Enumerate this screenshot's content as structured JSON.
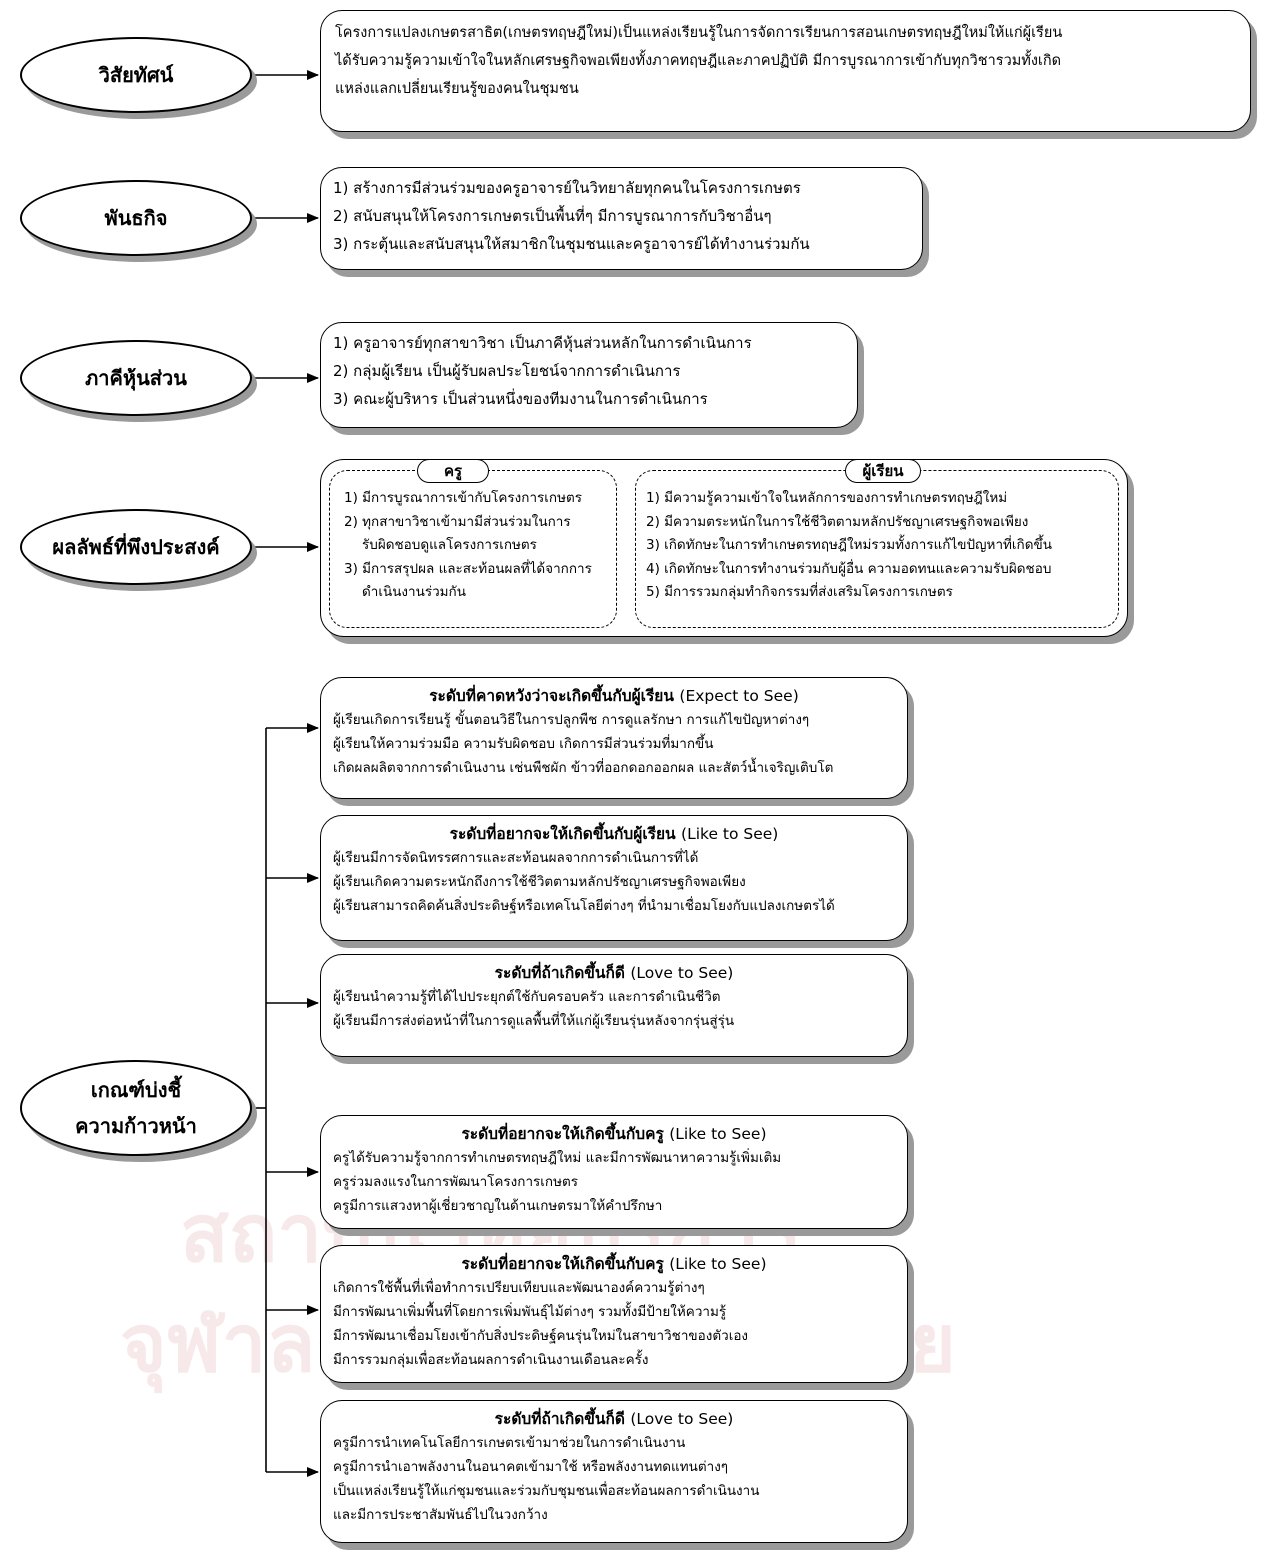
{
  "watermark": {
    "line1": "สถาบันวิทยบริการ",
    "line2": "จุฬาลงกรณ์มหาวิทยาลัย"
  },
  "nodes": {
    "vision": "วิสัยทัศน์",
    "mission": "พันธกิจ",
    "stakeholders": "ภาคีหุ้นส่วน",
    "outcomes": "ผลลัพธ์ที่พึงประสงค์",
    "progress": [
      "เกณฑ์บ่งชี้",
      "ความก้าวหน้า"
    ]
  },
  "vision_box": {
    "lines": [
      "โครงการแปลงเกษตรสาธิต(เกษตรทฤษฎีใหม่)เป็นแหล่งเรียนรู้ในการจัดการเรียนการสอนเกษตรทฤษฎีใหม่ให้แก่ผู้เรียน",
      "ได้รับความรู้ความเข้าใจในหลักเศรษฐกิจพอเพียงทั้งภาคทฤษฎีและภาคปฏิบัติ มีการบูรณาการเข้ากับทุกวิชารวมทั้งเกิด",
      "แหล่งแลกเปลี่ยนเรียนรู้ของคนในชุมชน"
    ]
  },
  "mission_box": {
    "lines": [
      "1) สร้างการมีส่วนร่วมของครูอาจารย์ในวิทยาลัยทุกคนในโครงการเกษตร",
      "2) สนับสนุนให้โครงการเกษตรเป็นพื้นที่ๆ มีการบูรณาการกับวิชาอื่นๆ",
      "3) กระตุ้นและสนับสนุนให้สมาชิกในชุมชนและครูอาจารย์ได้ทำงานร่วมกัน"
    ]
  },
  "stakeholder_box": {
    "lines": [
      "1) ครูอาจารย์ทุกสาขาวิชา เป็นภาคีหุ้นส่วนหลักในการดำเนินการ",
      "2) กลุ่มผู้เรียน เป็นผู้รับผลประโยชน์จากการดำเนินการ",
      "3) คณะผู้บริหาร เป็นส่วนหนึ่งของทีมงานในการดำเนินการ"
    ]
  },
  "outcome_box": {
    "teacher": {
      "title": "ครู",
      "lines": [
        "1) มีการบูรณาการเข้ากับโครงการเกษตร",
        "2) ทุกสาขาวิชาเข้ามามีส่วนร่วมในการ",
        "รับผิดชอบดูแลโครงการเกษตร",
        "3) มีการสรุปผล และสะท้อนผลที่ได้จากการ",
        "ดำเนินงานร่วมกัน"
      ]
    },
    "learner": {
      "title": "ผู้เรียน",
      "lines": [
        "1) มีความรู้ความเข้าใจในหลักการของการทำเกษตรทฤษฎีใหม่",
        "2) มีความตระหนักในการใช้ชีวิตตามหลักปรัชญาเศรษฐกิจพอเพียง",
        "3) เกิดทักษะในการทำเกษตรทฤษฎีใหม่รวมทั้งการแก้ไขปัญหาที่เกิดขึ้น",
        "4) เกิดทักษะในการทำงานร่วมกับผู้อื่น ความอดทนและความรับผิดชอบ",
        "5) มีการรวมกลุ่มทำกิจกรรมที่ส่งเสริมโครงการเกษตร"
      ]
    }
  },
  "levels": [
    {
      "title": "ระดับที่คาดหวังว่าจะเกิดขึ้นกับผู้เรียน",
      "en": "(Expect to See)",
      "lines": [
        "ผู้เรียนเกิดการเรียนรู้ ขั้นตอนวิธีในการปลูกพืช การดูแลรักษา การแก้ไขปัญหาต่างๆ",
        "ผู้เรียนให้ความร่วมมือ ความรับผิดชอบ เกิดการมีส่วนร่วมที่มากขึ้น",
        "เกิดผลผลิตจากการดำเนินงาน เช่นพืชผัก ข้าวที่ออกดอกออกผล และสัตว์น้ำเจริญเติบโต"
      ]
    },
    {
      "title": "ระดับที่อยากจะให้เกิดขึ้นกับผู้เรียน",
      "en": "(Like to See)",
      "lines": [
        "ผู้เรียนมีการจัดนิทรรศการและสะท้อนผลจากการดำเนินการที่ได้",
        "ผู้เรียนเกิดความตระหนักถึงการใช้ชีวิตตามหลักปรัชญาเศรษฐกิจพอเพียง",
        "ผู้เรียนสามารถคิดค้นสิ่งประดิษฐ์หรือเทคโนโลยีต่างๆ ที่นำมาเชื่อมโยงกับแปลงเกษตรได้"
      ]
    },
    {
      "title": "ระดับที่ถ้าเกิดขึ้นก็ดี",
      "en": "(Love to See)",
      "lines": [
        "ผู้เรียนนำความรู้ที่ได้ไปประยุกต์ใช้กับครอบครัว และการดำเนินชีวิต",
        "ผู้เรียนมีการส่งต่อหน้าที่ในการดูแลพื้นที่ให้แก่ผู้เรียนรุ่นหลังจากรุ่นสู่รุ่น"
      ]
    },
    {
      "title": "ระดับที่อยากจะให้เกิดขึ้นกับครู",
      "en": "(Like to See)",
      "lines": [
        "ครูได้รับความรู้จากการทำเกษตรทฤษฎีใหม่ และมีการพัฒนาหาความรู้เพิ่มเติม",
        "ครูร่วมลงแรงในการพัฒนาโครงการเกษตร",
        "ครูมีการแสวงหาผู้เชี่ยวชาญในด้านเกษตรมาให้คำปรึกษา"
      ]
    },
    {
      "title": "ระดับที่อยากจะให้เกิดขึ้นกับครู",
      "en": "(Like to See)",
      "lines": [
        "เกิดการใช้พื้นที่เพื่อทำการเปรียบเทียบและพัฒนาองค์ความรู้ต่างๆ",
        "มีการพัฒนาเพิ่มพื้นที่โดยการเพิ่มพันธุ์ไม้ต่างๆ รวมทั้งมีป้ายให้ความรู้",
        "มีการพัฒนาเชื่อมโยงเข้ากับสิ่งประดิษฐ์คนรุ่นใหม่ในสาขาวิชาของตัวเอง",
        "มีการรวมกลุ่มเพื่อสะท้อนผลการดำเนินงานเดือนละครั้ง"
      ]
    },
    {
      "title": "ระดับที่ถ้าเกิดขึ้นก็ดี",
      "en": "(Love to See)",
      "lines": [
        "ครูมีการนำเทคโนโลยีการเกษตรเข้ามาช่วยในการดำเนินงาน",
        "ครูมีการนำเอาพลังงานในอนาคตเข้ามาใช้ หรือพลังงานทดแทนต่างๆ",
        "เป็นแหล่งเรียนรู้ให้แก่ชุมชนและร่วมกับชุมชนเพื่อสะท้อนผลการดำเนินงาน",
        "และมีการประชาสัมพันธ์ไปในวงกว้าง"
      ]
    }
  ]
}
